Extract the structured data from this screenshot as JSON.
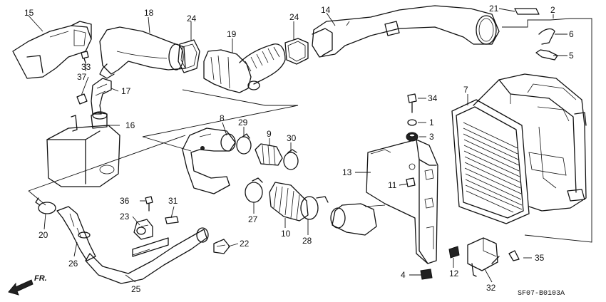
{
  "callouts": {
    "c1": "1",
    "c2": "2",
    "c3": "3",
    "c4": "4",
    "c5": "5",
    "c6": "6",
    "c7": "7",
    "c8": "8",
    "c9": "9",
    "c10": "10",
    "c11": "11",
    "c12": "12",
    "c13": "13",
    "c14": "14",
    "c15": "15",
    "c16": "16",
    "c17": "17",
    "c18": "18",
    "c19": "19",
    "c20": "20",
    "c21": "21",
    "c22": "22",
    "c23": "23",
    "c24a": "24",
    "c24b": "24",
    "c25": "25",
    "c26": "26",
    "c27": "27",
    "c28": "28",
    "c29": "29",
    "c30": "30",
    "c31": "31",
    "c32": "32",
    "c33": "33",
    "c34": "34",
    "c35": "35",
    "c36": "36",
    "c37": "37"
  },
  "direction_label": "FR.",
  "diagram_code": "SF07-B0103A"
}
